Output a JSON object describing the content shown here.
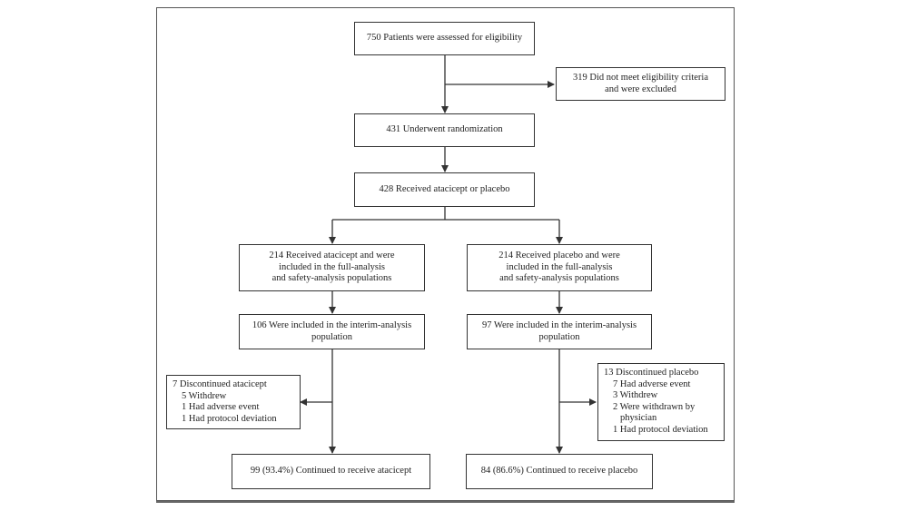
{
  "assessed": "750 Patients were assessed for eligibility",
  "excluded": {
    "line1": "319 Did not meet eligibility criteria",
    "line2": "and were excluded"
  },
  "randomized": "431 Underwent randomization",
  "received": "428 Received atacicept or placebo",
  "atacicept_full": {
    "line1": "214 Received atacicept and were",
    "line2": "included in the full-analysis",
    "line3": "and safety-analysis populations"
  },
  "placebo_full": {
    "line1": "214 Received placebo and were",
    "line2": "included in the full-analysis",
    "line3": "and safety-analysis populations"
  },
  "atacicept_interim": {
    "line1": "106 Were included in the interim-analysis",
    "line2": "population"
  },
  "placebo_interim": {
    "line1": "97 Were included in the interim-analysis",
    "line2": "population"
  },
  "atacicept_discontinued": {
    "title": "7 Discontinued atacicept",
    "items": [
      "5 Withdrew",
      "1 Had adverse event",
      "1 Had protocol deviation"
    ]
  },
  "placebo_discontinued": {
    "title": "13 Discontinued placebo",
    "items": [
      "7 Had adverse event",
      "3 Withdrew",
      "2 Were withdrawn by",
      "physician",
      "1 Had protocol deviation"
    ]
  },
  "atacicept_continued": "99 (93.4%) Continued to receive atacicept",
  "placebo_continued": "84 (86.6%) Continued to receive placebo"
}
